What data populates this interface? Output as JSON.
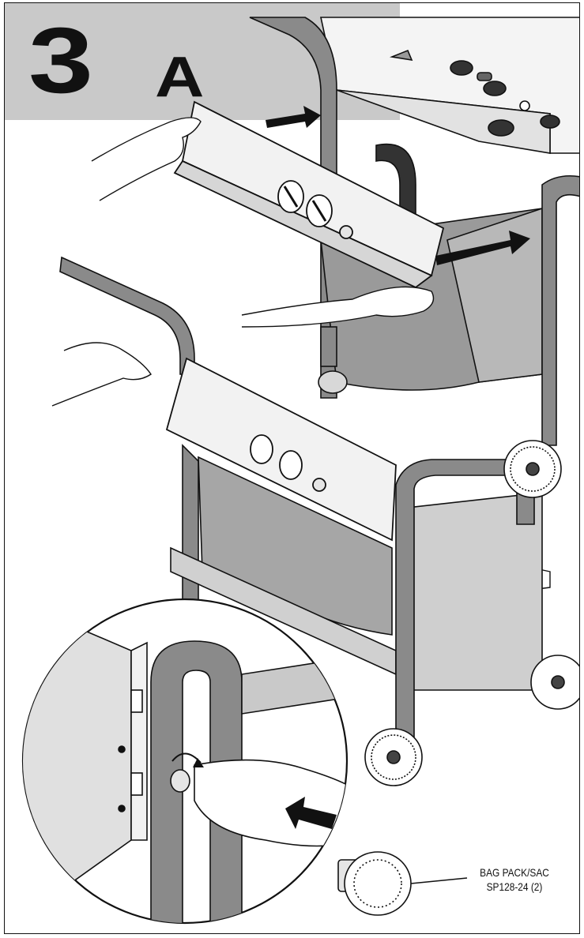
{
  "step": {
    "number": "3",
    "letter": "A"
  },
  "callout": {
    "line1": "BAG PACK/SAC",
    "line2": "SP128-24 (2)"
  },
  "colors": {
    "band": "#c9c9c9",
    "frame_tube": "#8a8a8a",
    "panel": "#b0b0b0",
    "ink": "#111111"
  }
}
